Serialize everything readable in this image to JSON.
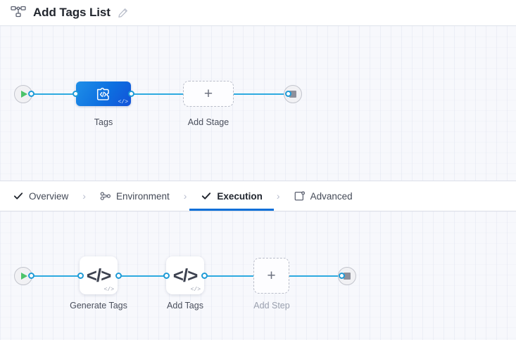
{
  "header": {
    "icon": "pipeline-nodes-icon",
    "title": "Add Tags List",
    "edit_icon": "pencil-icon"
  },
  "stage_graph": {
    "start_icon": "play-icon",
    "end_icon": "stop-icon",
    "nodes": [
      {
        "id": "tags",
        "label": "Tags",
        "icon": "code-puzzle-icon",
        "corner_badge": "</>",
        "type": "stage",
        "color": "#0d6fe0"
      },
      {
        "id": "add-stage",
        "label": "Add Stage",
        "icon": "plus-icon",
        "type": "add-placeholder"
      }
    ]
  },
  "tabs": {
    "items": [
      {
        "id": "overview",
        "label": "Overview",
        "icon": "check-icon",
        "active": false
      },
      {
        "id": "environment",
        "label": "Environment",
        "icon": "branch-node-icon",
        "active": false
      },
      {
        "id": "execution",
        "label": "Execution",
        "icon": "check-icon",
        "active": true
      },
      {
        "id": "advanced",
        "label": "Advanced",
        "icon": "box-gear-icon",
        "active": false
      }
    ],
    "separator": "›",
    "active_accent": "#0b6fd8"
  },
  "step_graph": {
    "start_icon": "play-icon",
    "end_icon": "stop-icon",
    "nodes": [
      {
        "id": "generate-tags",
        "label": "Generate Tags",
        "icon": "code-icon",
        "glyph": "</>",
        "corner_badge": "</>",
        "type": "step"
      },
      {
        "id": "add-tags",
        "label": "Add Tags",
        "icon": "code-icon",
        "glyph": "</>",
        "corner_badge": "</>",
        "type": "step"
      },
      {
        "id": "add-step",
        "label": "Add Step",
        "icon": "plus-icon",
        "type": "add-placeholder"
      }
    ]
  },
  "colors": {
    "canvas_bg": "#f7f8fc",
    "edge": "#2eaae0",
    "port_ring": "#1e9ad6",
    "play_green": "#4cc36a",
    "stop_gray": "#8e909b"
  }
}
